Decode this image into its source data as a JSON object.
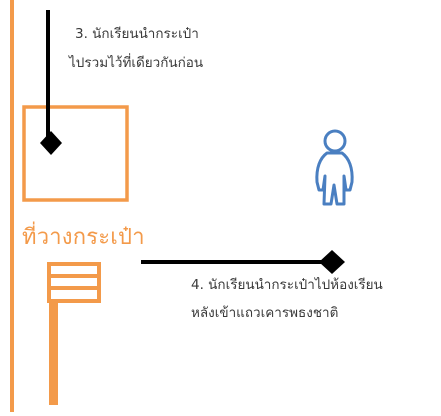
{
  "labels": {
    "step3_line1": "3. นักเรียนนำกระเป๋า",
    "step3_line2": "ไปรวมไว้ที่เดียวกันก่อน",
    "bag_area": "ที่วางกระเป๋า",
    "step4_line1": "4. นักเรียนนำกระเป๋าไปห้องเรียน",
    "step4_line2": "หลังเข้าแถวเคารพธงชาติ"
  },
  "colors": {
    "orange": "#f39a4a",
    "blue": "#4a7fc1",
    "arrow": "#000000",
    "text": "#3a3a3a"
  },
  "icons": {
    "person": "person-outline-icon"
  }
}
